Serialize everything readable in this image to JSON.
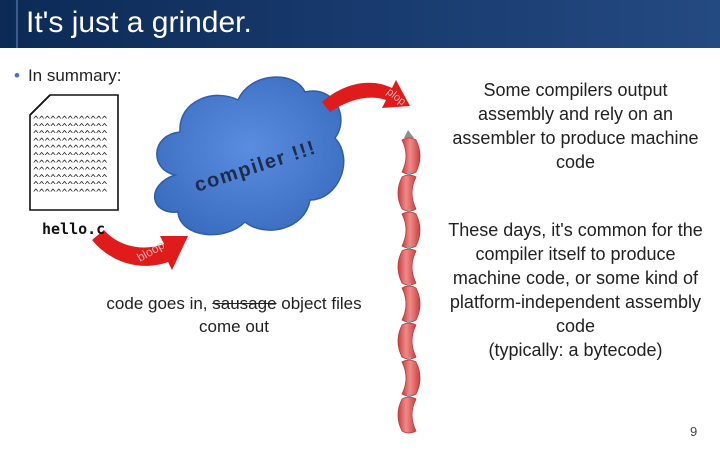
{
  "slide": {
    "title": "It's just a grinder.",
    "bullet": "In summary:",
    "file_lines": [
      "^^^^^^^^^^^^^",
      "^^^^^^^^^^^^^",
      "^^^^^^^^^^^^^",
      "^^^^^^^^^^^^^",
      "^^^^^^^^^^^^^",
      "^^^^^^^^^^^^^",
      "^^^^^^^^^^^^^",
      "^^^^^^^^^^^^^",
      "^^^^^^^^^^^^^",
      "^^^^^^^^^^^^^",
      "^^^^^^^^^^^^^"
    ],
    "file_name": "hello.c",
    "cloud_label": "compiler !!!",
    "arrow_in_label": "bloop",
    "arrow_out_label": "plop",
    "caption": {
      "before": "code goes in, ",
      "struck": "sausage",
      "after": " object files come out"
    },
    "note_top": "Some compilers output assembly and rely on an assembler to produce machine code",
    "note_bottom_lines": [
      "These days, it's common for the compiler itself to produce machine code, or some kind of platform-independent assembly code",
      "(typically: a bytecode)"
    ],
    "page_number": "9",
    "colors": {
      "title_bar": "#0c2a55",
      "cloud": "#4a7fd1",
      "arrow": "#e01b1b",
      "sausage": "#e2605f"
    }
  }
}
